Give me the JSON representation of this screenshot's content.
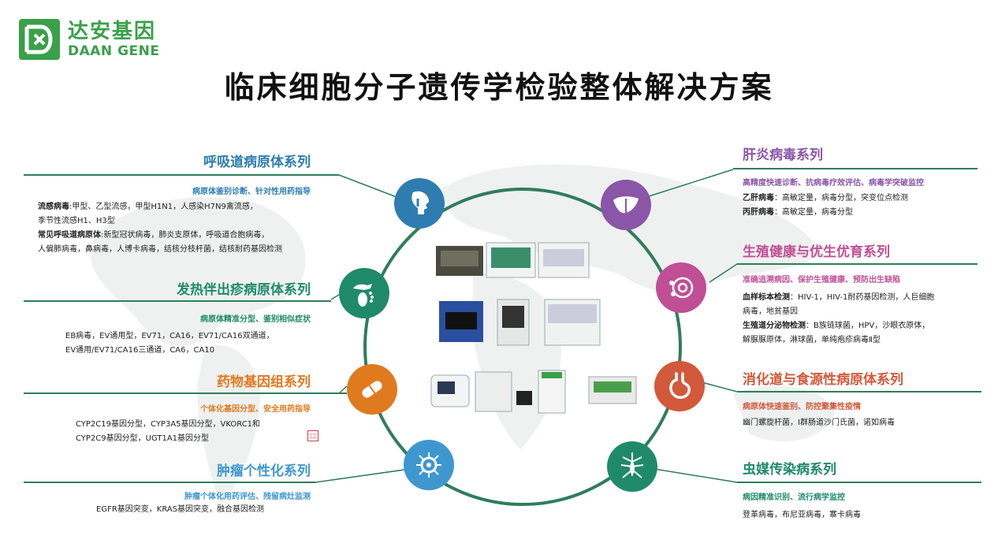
{
  "brand": {
    "name_cn": "达安基因",
    "name_en": "DAAN GENE",
    "color": "#3aa04a"
  },
  "title": "临床细胞分子遗传学检验整体解决方案",
  "colors": {
    "ring": "#2f7d5b",
    "respiratory": "#2f7db0",
    "fever": "#1f8a6a",
    "drug": "#e07a1f",
    "tumor": "#3f97d0",
    "liver": "#8a56a8",
    "reproductive": "#c04f95",
    "digestive": "#d2593a",
    "vector": "#1f8a6a"
  },
  "left_sections": [
    {
      "title": "呼吸道病原体系列",
      "subtitle": "病原体鉴别诊断、针对性用药指导",
      "icon": "throat-icon",
      "lines": [
        {
          "label": "流感病毒",
          "text": ":甲型、乙型流感，甲型H1N1，人感染H7N9禽流感，"
        },
        {
          "label": "",
          "text": "季节性流感H1、H3型"
        },
        {
          "label": "常见呼吸道病原体",
          "text": ":新型冠状病毒，肺炎支原体，呼吸道合胞病毒，"
        },
        {
          "label": "",
          "text": "人偏肺病毒，鼻病毒，人博卡病毒，结核分枝杆菌，结核耐药基因检测"
        }
      ]
    },
    {
      "title": "发热伴出疹病原体系列",
      "subtitle": "病原体精准分型、鉴别相似症状",
      "icon": "hand-foot-icon",
      "lines": [
        {
          "label": "",
          "text": "EB病毒，EV通用型，EV71，CA16，EV71/CA16双通道，"
        },
        {
          "label": "",
          "text": "EV通用/EV71/CA16三通道，CA6，CA10"
        }
      ]
    },
    {
      "title": "药物基因组系列",
      "subtitle": "个体化基因分型、安全用药指导",
      "icon": "pill-icon",
      "lines": [
        {
          "label": "",
          "text": "CYP2C19基因分型，CYP3A5基因分型，VKORC1和"
        },
        {
          "label": "",
          "text": "CYP2C9基因分型，UGT1A1基因分型"
        }
      ]
    },
    {
      "title": "肿瘤个性化系列",
      "subtitle": "肿瘤个体化用药评估、残留病灶监测",
      "icon": "cell-icon",
      "lines": [
        {
          "label": "",
          "text": "EGFR基因突变，KRAS基因突变，融合基因检测"
        }
      ]
    }
  ],
  "right_sections": [
    {
      "title": "肝炎病毒系列",
      "subtitle": "高精度快速诊断、抗病毒疗效评估、病毒学突破监控",
      "icon": "liver-icon",
      "lines": [
        {
          "label": "乙肝病毒",
          "text": "：高敏定量，病毒分型，突变位点检测"
        },
        {
          "label": "丙肝病毒",
          "text": "：高敏定量，病毒分型"
        }
      ]
    },
    {
      "title": "生殖健康与优生优育系列",
      "subtitle": "准确追溯病因、保护生殖健康、预防出生缺陷",
      "icon": "ovum-icon",
      "lines": [
        {
          "label": "血样标本检测",
          "text": "：HIV-1，HIV-1耐药基因检测，人巨细胞"
        },
        {
          "label": "",
          "text": "病毒，地贫基因"
        },
        {
          "label": "生殖道分泌物检测",
          "text": "：B族链球菌，HPV，沙眼衣原体，"
        },
        {
          "label": "",
          "text": "解脲脲原体，淋球菌，单纯疱疹病毒Ⅱ型"
        }
      ]
    },
    {
      "title": "消化道与食源性病原体系列",
      "subtitle": "病原体快速鉴别、防控聚集性疫情",
      "icon": "stomach-icon",
      "lines": [
        {
          "label": "",
          "text": "幽门螺旋杆菌，Ⅰ群肠道沙门氏菌，诺如病毒"
        }
      ]
    },
    {
      "title": "虫媒传染病系列",
      "subtitle": "病因精准识别、流行病学监控",
      "icon": "mosquito-icon",
      "lines": [
        {
          "label": "",
          "text": "登革病毒，布尼亚病毒，寨卡病毒"
        }
      ]
    }
  ]
}
